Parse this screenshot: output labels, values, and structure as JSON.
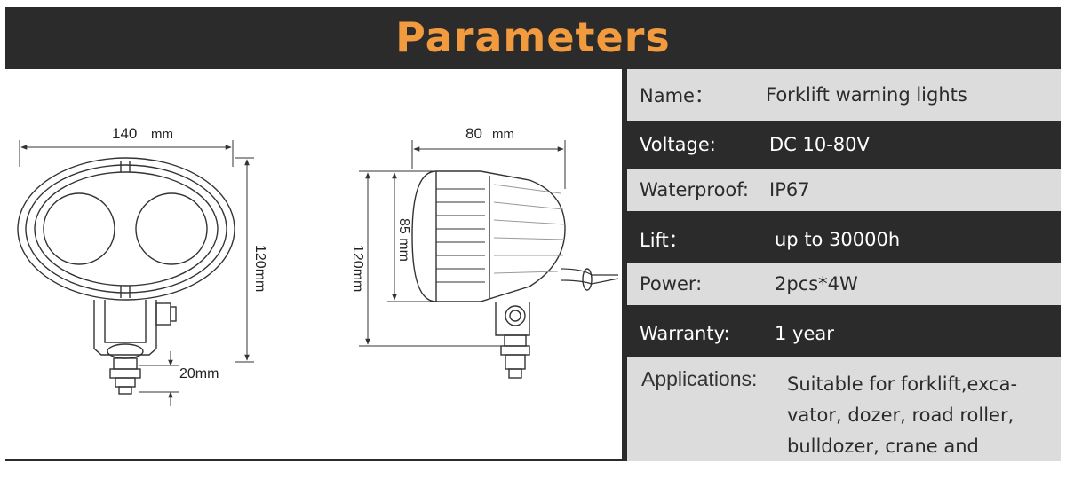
{
  "header": {
    "title": "Parameters"
  },
  "drawing": {
    "front_width": "140",
    "front_width_unit": "mm",
    "front_height": "120mm",
    "bracket_offset": "20mm",
    "side_width": "80",
    "side_width_unit": "mm",
    "side_lens_height": "85 mm",
    "side_height": "120mm"
  },
  "specs": [
    {
      "label": "Name：",
      "value": "Forklift warning lights"
    },
    {
      "label": "Voltage:",
      "value": "DC 10-80V"
    },
    {
      "label": "Waterproof:",
      "value": "IP67"
    },
    {
      "label": "Lift：",
      "value": "up to 30000h"
    },
    {
      "label": "Power:",
      "value": "2pcs*4W"
    },
    {
      "label": "Warranty:",
      "value": "1 year"
    }
  ],
  "applications": {
    "label": "Applications:",
    "lines": [
      "Suitable for forklift,exca-",
      "vator, dozer, road roller,",
      "bulldozer, crane and"
    ]
  }
}
